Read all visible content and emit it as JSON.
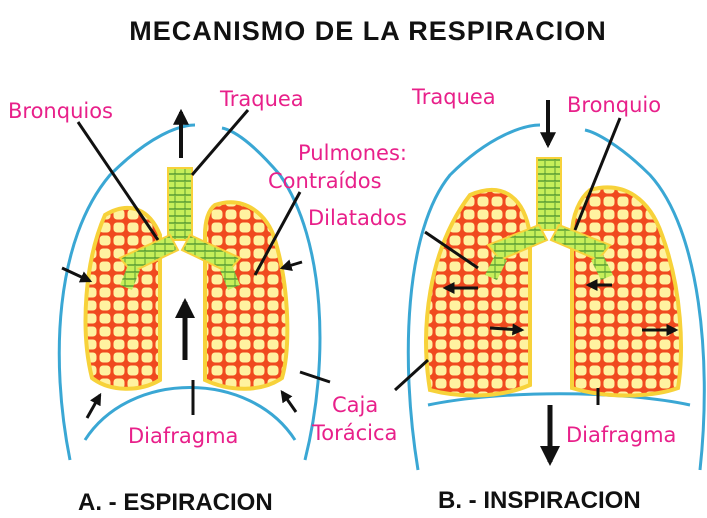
{
  "title": "MECANISMO DE LA RESPIRACION",
  "colors": {
    "label": "#e8208a",
    "ribcage": "#3aa7d4",
    "lung_fill": "#f04a1f",
    "alveoli": "#fff2a0",
    "trachea": "#c6ef5a",
    "leader": "#111111"
  },
  "panel_a": {
    "caption": "A. - ESPIRACION",
    "labels": {
      "bronquios": "Bronquios",
      "traquea": "Traquea",
      "diafragma": "Diafragma"
    }
  },
  "panel_b": {
    "caption": "B. - INSPIRACION",
    "labels": {
      "traquea": "Traquea",
      "bronquio": "Bronquio",
      "diafragma": "Diafragma"
    }
  },
  "shared_labels": {
    "pulmones": "Pulmones:",
    "contraidos": "Contraídos",
    "dilatados": "Dilatados",
    "caja": "Caja",
    "toracica": "Torácica"
  }
}
